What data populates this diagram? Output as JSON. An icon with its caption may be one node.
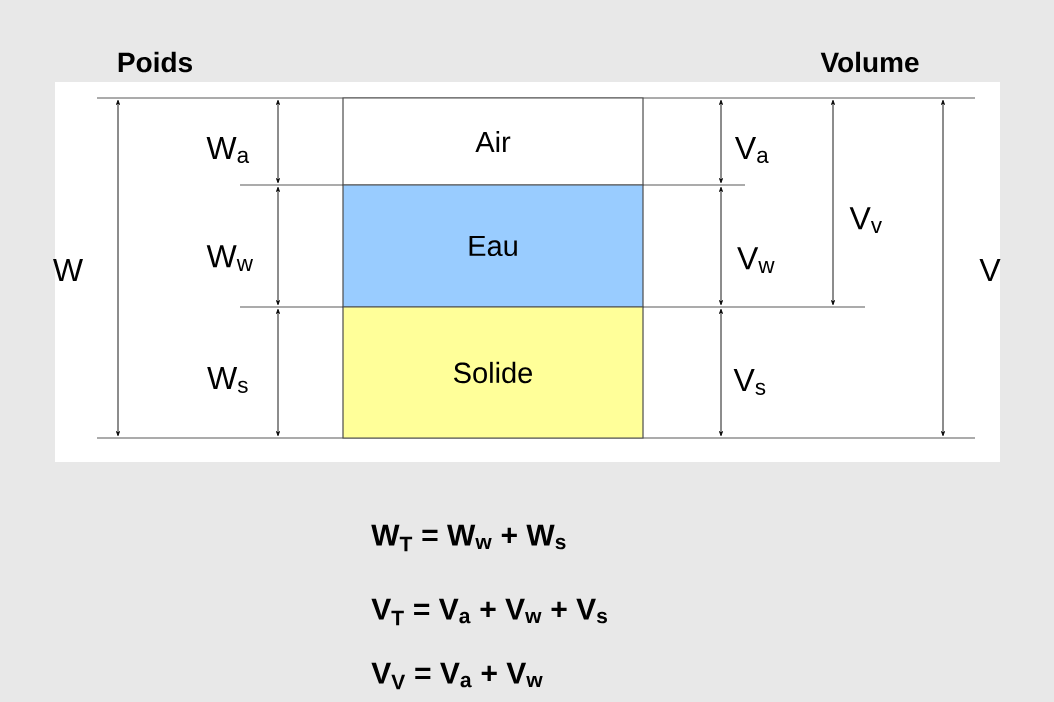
{
  "diagram": {
    "nodes": [
      {
        "text": [
          "Air"
        ]
      },
      {
        "text": [
          "Eau"
        ]
      },
      {
        "text": [
          "Solide"
        ]
      }
    ],
    "labels": [
      "Poids",
      "Volume",
      "W$_{a}$",
      "V$_{a}$",
      "V$_{v}$",
      "W",
      "W$_{w}$",
      "V$_{w}$",
      "V",
      "W$_{s}$",
      "V$_{s}$",
      "W$_{T}$ = W$_{w}$ + W$_{s}$",
      "V$_{T}$ = V$_{a}$ + V$_{w}$ + V$_{s}$",
      "V$_{V}$ = V$_{a}$ + V$_{w}$"
    ]
  }
}
